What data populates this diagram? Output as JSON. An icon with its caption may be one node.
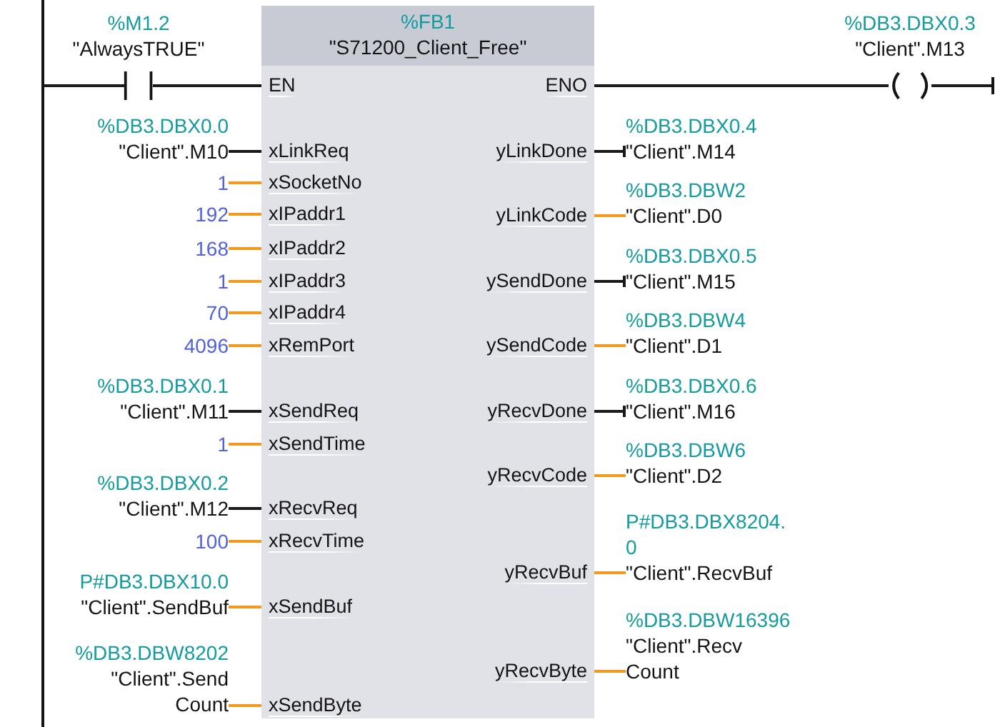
{
  "diagram": {
    "nodes": [
      {
        "text": [],
        "shape": "bar"
      },
      {
        "text": [
          "%M1.2",
          "\"AlwaysTRUE\""
        ]
      },
      {
        "text": [
          "%FB1",
          "\"S71200_Client_Free\""
        ]
      },
      {
        "text": [
          "EN"
        ],
        "in": 2
      },
      {
        "text": [
          "ENO"
        ],
        "in": 2
      },
      {
        "text": [
          "%DB3.DBX0.3",
          "\"Client\".M13"
        ]
      },
      {
        "text": [],
        "shape": "bar"
      },
      {
        "text": [
          "%DB3.DBX0.0",
          "\"Client\".M10"
        ]
      },
      {
        "text": [
          "xLinkReq"
        ],
        "in": 2
      },
      {
        "text": [
          "yLinkDone"
        ],
        "in": 2
      },
      {
        "text": [
          "%DB3.DBX0.4",
          "\"Client\".M14"
        ]
      },
      {
        "text": [
          "1"
        ]
      },
      {
        "text": [
          "xSocketNo"
        ],
        "in": 2
      },
      {
        "text": [
          "192"
        ]
      },
      {
        "text": [
          "xIPaddr1"
        ],
        "in": 2
      },
      {
        "text": [
          "yLinkCode"
        ],
        "in": 2
      },
      {
        "text": [
          "%DB3.DBW2",
          "\"Client\".D0"
        ]
      },
      {
        "text": [
          "168"
        ]
      },
      {
        "text": [
          "xIPaddr2"
        ],
        "in": 2
      },
      {
        "text": [
          "1"
        ]
      },
      {
        "text": [
          "xIPaddr3"
        ],
        "in": 2
      },
      {
        "text": [
          "ySendDone"
        ],
        "in": 2
      },
      {
        "text": [
          "%DB3.DBX0.5",
          "\"Client\".M15"
        ]
      },
      {
        "text": [
          "70"
        ]
      },
      {
        "text": [
          "xIPaddr4"
        ],
        "in": 2
      },
      {
        "text": [
          "4096"
        ]
      },
      {
        "text": [
          "xRemPort"
        ],
        "in": 2
      },
      {
        "text": [
          "ySendCode"
        ],
        "in": 2
      },
      {
        "text": [
          "%DB3.DBW4",
          "\"Client\".D1"
        ]
      },
      {
        "text": [
          "%DB3.DBX0.1",
          "\"Client\".M11"
        ]
      },
      {
        "text": [
          "xSendReq"
        ],
        "in": 2
      },
      {
        "text": [
          "yRecvDone"
        ],
        "in": 2
      },
      {
        "text": [
          "%DB3.DBX0.6",
          "\"Client\".M16"
        ]
      },
      {
        "text": [
          "1"
        ]
      },
      {
        "text": [
          "xSendTime"
        ],
        "in": 2
      },
      {
        "text": [
          "yRecvCode"
        ],
        "in": 2
      },
      {
        "text": [
          "%DB3.DBW6",
          "\"Client\".D2"
        ]
      },
      {
        "text": [
          "%DB3.DBX0.2",
          "\"Client\".M12"
        ]
      },
      {
        "text": [
          "xRecvReq"
        ],
        "in": 2
      },
      {
        "text": [
          "100"
        ]
      },
      {
        "text": [
          "xRecvTime"
        ],
        "in": 2
      },
      {
        "text": [
          "yRecvBuf"
        ],
        "in": 2
      },
      {
        "text": [
          "P#DB3.DBX8204.0",
          "\"Client\".RecvBuf"
        ]
      },
      {
        "text": [
          "P#DB3.DBX10.0",
          "\"Client\".SendBuf"
        ]
      },
      {
        "text": [
          "xSendBuf"
        ],
        "in": 2
      },
      {
        "text": [
          "yRecvByte"
        ],
        "in": 2
      },
      {
        "text": [
          "%DB3.DBW16396",
          "\"Client\".RecvCount"
        ]
      },
      {
        "text": [
          "%DB3.DBW8202",
          "\"Client\".SendCount"
        ]
      },
      {
        "text": [
          "xSendByte"
        ],
        "in": 2
      }
    ],
    "edges": [
      {
        "from": 0,
        "to": 1,
        "arrow": "none",
        "color": "#1a1a1a"
      },
      {
        "from": 1,
        "to": 3,
        "arrow": "none",
        "color": "#1a1a1a"
      },
      {
        "from": 4,
        "to": 5,
        "arrow": "none",
        "color": "#1a1a1a"
      },
      {
        "from": 5,
        "to": 6,
        "arrow": "none",
        "color": "#1a1a1a"
      },
      {
        "from": 7,
        "to": 8,
        "arrow": "none",
        "color": "#1a1a1a"
      },
      {
        "from": 9,
        "to": 10,
        "arrow": "other",
        "color": "#1a1a1a"
      },
      {
        "from": 11,
        "to": 12,
        "arrow": "none"
      },
      {
        "from": 13,
        "to": 14,
        "arrow": "none"
      },
      {
        "from": 15,
        "to": 16,
        "arrow": "none"
      },
      {
        "from": 17,
        "to": 18,
        "arrow": "none"
      },
      {
        "from": 19,
        "to": 20,
        "arrow": "none"
      },
      {
        "from": 21,
        "to": 22,
        "arrow": "other",
        "color": "#1a1a1a"
      },
      {
        "from": 23,
        "to": 24,
        "arrow": "none"
      },
      {
        "from": 25,
        "to": 26,
        "arrow": "none"
      },
      {
        "from": 27,
        "to": 28,
        "arrow": "none"
      },
      {
        "from": 29,
        "to": 30,
        "arrow": "none",
        "color": "#1a1a1a"
      },
      {
        "from": 31,
        "to": 32,
        "arrow": "other",
        "color": "#1a1a1a"
      },
      {
        "from": 33,
        "to": 34,
        "arrow": "none"
      },
      {
        "from": 35,
        "to": 36,
        "arrow": "none"
      },
      {
        "from": 37,
        "to": 38,
        "arrow": "none",
        "color": "#1a1a1a"
      },
      {
        "from": 39,
        "to": 40,
        "arrow": "none"
      },
      {
        "from": 41,
        "to": 42,
        "arrow": "none"
      },
      {
        "from": 43,
        "to": 44,
        "arrow": "none"
      },
      {
        "from": 45,
        "to": 46,
        "arrow": "none"
      },
      {
        "from": 47,
        "to": 48,
        "arrow": "none"
      }
    ]
  }
}
